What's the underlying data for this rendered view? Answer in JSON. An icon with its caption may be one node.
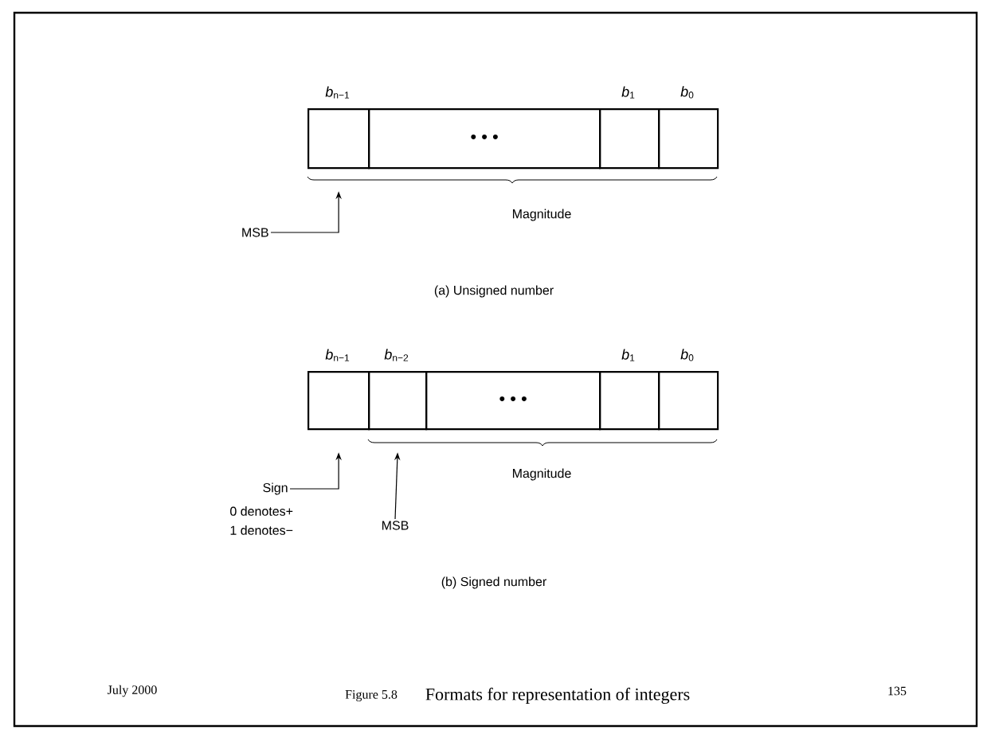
{
  "diagram": {
    "nodes": [
      {
        "text": [],
        "shape": "box",
        "beside": [
          "*b*$_{n−1}$"
        ]
      },
      {
        "text": [
          "• • •"
        ]
      },
      {
        "text": [],
        "shape": "box",
        "beside": [
          "*b*$_{1}$"
        ]
      },
      {
        "text": [],
        "shape": "box",
        "beside": [
          "*b*$_{0}$"
        ]
      },
      {
        "text": [
          "MSB"
        ]
      },
      {
        "text": [],
        "shape": "box",
        "beside": [
          "*b*$_{n−1}$"
        ]
      },
      {
        "text": [],
        "shape": "box",
        "beside": [
          "*b*$_{n−2}$"
        ]
      },
      {
        "text": [
          "• • •"
        ]
      },
      {
        "text": [],
        "shape": "box",
        "beside": [
          "*b*$_{1}$"
        ]
      },
      {
        "text": [],
        "shape": "box",
        "beside": [
          "*b*$_{0}$"
        ]
      },
      {
        "text": [
          "Sign"
        ]
      },
      {
        "text": [
          "MSB"
        ]
      }
    ],
    "edges": [
      {
        "from": 4,
        "to": 0,
        "arrow": "to"
      },
      {
        "from": 10,
        "to": 5,
        "arrow": "to"
      },
      {
        "from": 11,
        "to": 6,
        "arrow": "to"
      }
    ],
    "labels": [
      "Magnitude",
      "(a) Unsigned number",
      "Magnitude",
      "0 denotes+",
      "1 denotes−",
      "(b) Signed number",
      "July 2000",
      "Figure 5.8",
      "Formats for representation of integers",
      "135"
    ]
  }
}
